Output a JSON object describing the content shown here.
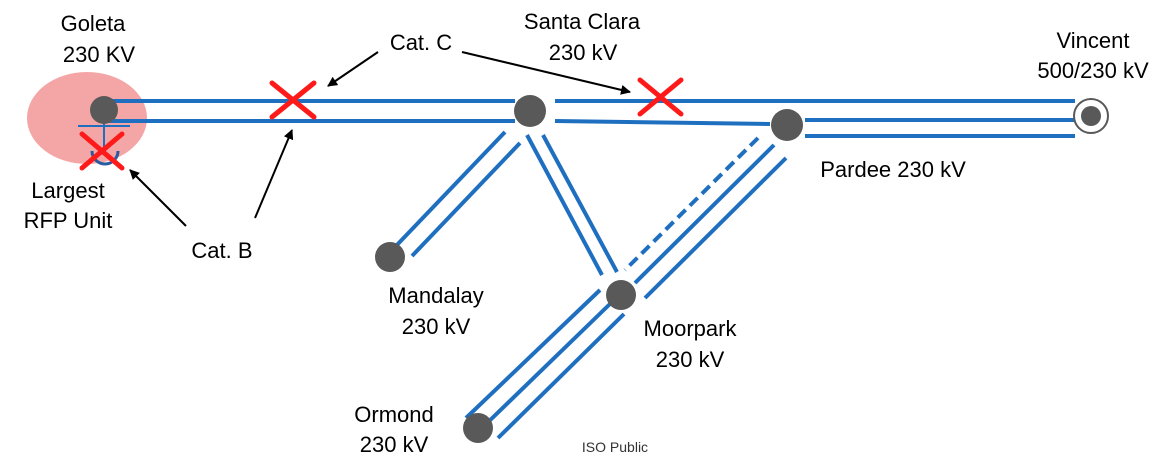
{
  "colors": {
    "line": "#1f6fc0",
    "node": "#595959",
    "cross": "#ff1a1a",
    "highlight": "#f4a6a6",
    "arrow": "#000000"
  },
  "substations": {
    "goleta": {
      "name": "Goleta",
      "voltage": "230 KV"
    },
    "santa_clara": {
      "name": "Santa Clara",
      "voltage": "230 kV"
    },
    "vincent": {
      "name": "Vincent",
      "voltage": "500/230 kV"
    },
    "pardee": {
      "label": "Pardee 230 kV"
    },
    "mandalay": {
      "name": "Mandalay",
      "voltage": "230 kV"
    },
    "moorpark": {
      "name": "Moorpark",
      "voltage": "230 kV"
    },
    "ormond": {
      "name": "Ormond",
      "voltage": "230 kV"
    }
  },
  "annotations": {
    "cat_c": "Cat. C",
    "cat_b": "Cat. B",
    "largest_unit_line1": "Largest",
    "largest_unit_line2": "RFP Unit"
  },
  "footer": "ISO Public"
}
